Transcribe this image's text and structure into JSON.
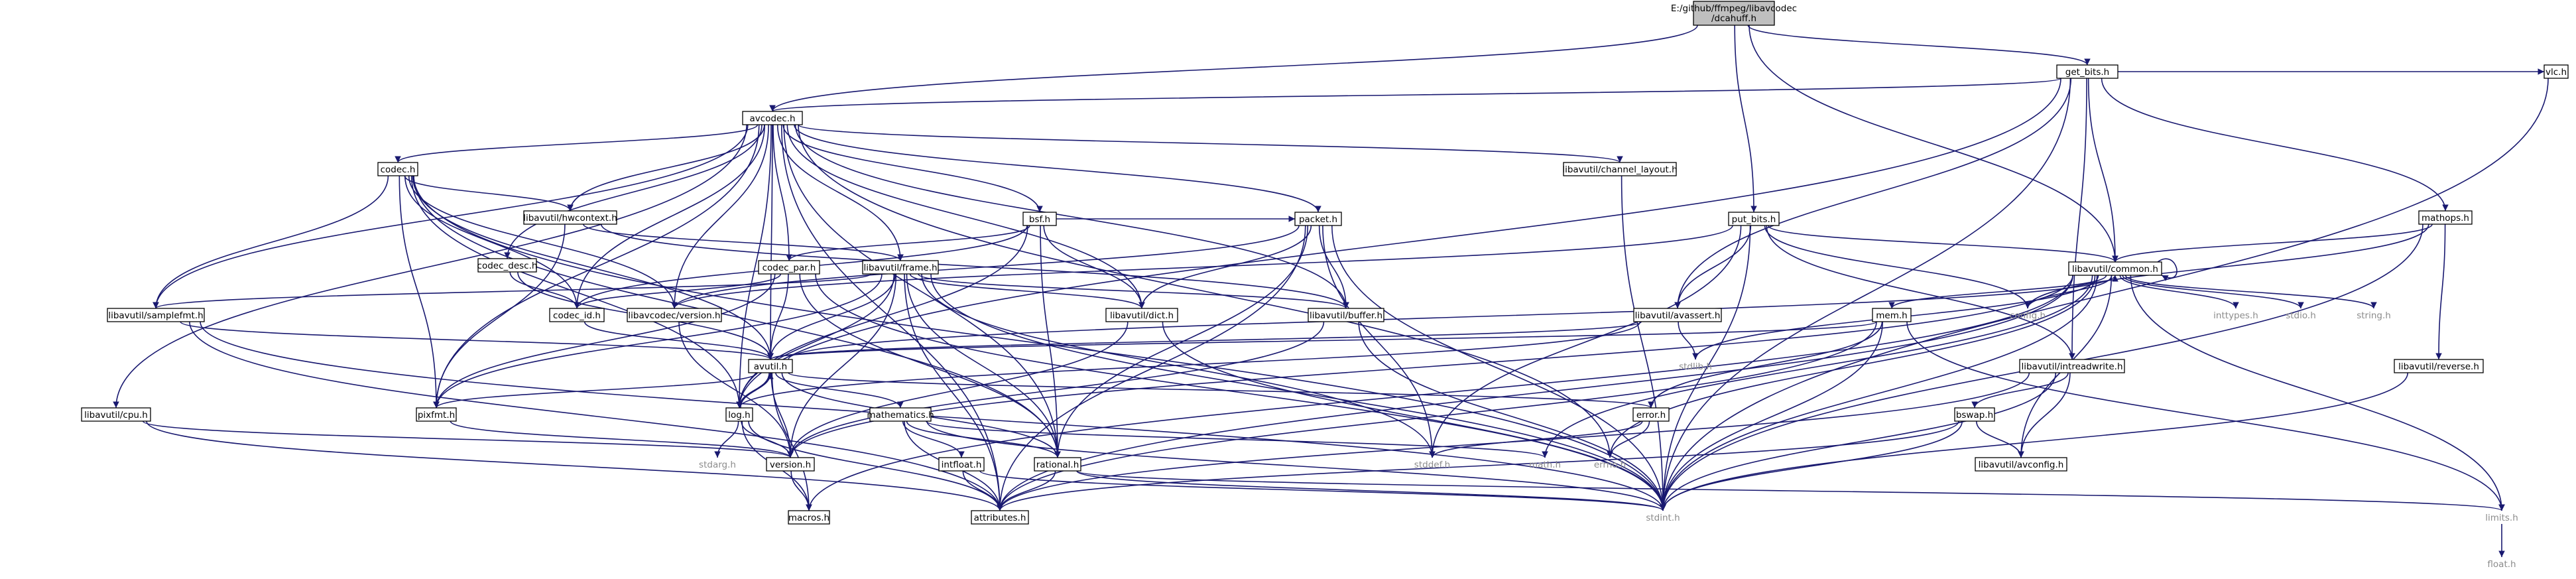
{
  "colors": {
    "edge": "#191970",
    "root_fill": "#bfbfbf",
    "node_fill": "#ffffff",
    "system_text": "#8c8c8c"
  },
  "nodes": [
    {
      "id": "root",
      "lines": [
        "E:/github/ffmpeg/libavcodec",
        "/dcahuff.h"
      ],
      "kind": "root"
    },
    {
      "id": "get_bits",
      "lines": [
        "get_bits.h"
      ],
      "kind": "file"
    },
    {
      "id": "avcodec",
      "lines": [
        "avcodec.h"
      ],
      "kind": "file"
    },
    {
      "id": "vlc",
      "lines": [
        "vlc.h"
      ],
      "kind": "file"
    },
    {
      "id": "mathops",
      "lines": [
        "mathops.h"
      ],
      "kind": "file"
    },
    {
      "id": "codec",
      "lines": [
        "codec.h"
      ],
      "kind": "file"
    },
    {
      "id": "hwcontext",
      "lines": [
        "libavutil/hwcontext.h"
      ],
      "kind": "file"
    },
    {
      "id": "channel_layout",
      "lines": [
        "libavutil/channel_layout.h"
      ],
      "kind": "file"
    },
    {
      "id": "bsf",
      "lines": [
        "bsf.h"
      ],
      "kind": "file"
    },
    {
      "id": "packet",
      "lines": [
        "packet.h"
      ],
      "kind": "file"
    },
    {
      "id": "put_bits",
      "lines": [
        "put_bits.h"
      ],
      "kind": "file"
    },
    {
      "id": "common",
      "lines": [
        "libavutil/common.h"
      ],
      "kind": "file"
    },
    {
      "id": "codec_desc",
      "lines": [
        "codec_desc.h"
      ],
      "kind": "file"
    },
    {
      "id": "codec_par",
      "lines": [
        "codec_par.h"
      ],
      "kind": "file"
    },
    {
      "id": "frame",
      "lines": [
        "libavutil/frame.h"
      ],
      "kind": "file"
    },
    {
      "id": "samplefmt",
      "lines": [
        "libavutil/samplefmt.h"
      ],
      "kind": "file"
    },
    {
      "id": "codec_id",
      "lines": [
        "codec_id.h"
      ],
      "kind": "file"
    },
    {
      "id": "lc_version",
      "lines": [
        "libavcodec/version.h"
      ],
      "kind": "file"
    },
    {
      "id": "dict",
      "lines": [
        "libavutil/dict.h"
      ],
      "kind": "file"
    },
    {
      "id": "buffer",
      "lines": [
        "libavutil/buffer.h"
      ],
      "kind": "file"
    },
    {
      "id": "avassert",
      "lines": [
        "libavutil/avassert.h"
      ],
      "kind": "file"
    },
    {
      "id": "mem",
      "lines": [
        "mem.h"
      ],
      "kind": "file"
    },
    {
      "id": "config",
      "lines": [
        "config.h"
      ],
      "kind": "system"
    },
    {
      "id": "inttypes",
      "lines": [
        "inttypes.h"
      ],
      "kind": "system"
    },
    {
      "id": "stdio",
      "lines": [
        "stdio.h"
      ],
      "kind": "system"
    },
    {
      "id": "string",
      "lines": [
        "string.h"
      ],
      "kind": "system"
    },
    {
      "id": "stdlib",
      "lines": [
        "stdlib.h"
      ],
      "kind": "system"
    },
    {
      "id": "intreadwrite",
      "lines": [
        "libavutil/intreadwrite.h"
      ],
      "kind": "file"
    },
    {
      "id": "reverse",
      "lines": [
        "libavutil/reverse.h"
      ],
      "kind": "file"
    },
    {
      "id": "avutil",
      "lines": [
        "avutil.h"
      ],
      "kind": "file"
    },
    {
      "id": "cpu",
      "lines": [
        "libavutil/cpu.h"
      ],
      "kind": "file"
    },
    {
      "id": "pixfmt",
      "lines": [
        "pixfmt.h"
      ],
      "kind": "file"
    },
    {
      "id": "log",
      "lines": [
        "log.h"
      ],
      "kind": "file"
    },
    {
      "id": "mathematics",
      "lines": [
        "mathematics.h"
      ],
      "kind": "file"
    },
    {
      "id": "error",
      "lines": [
        "error.h"
      ],
      "kind": "file"
    },
    {
      "id": "stdarg",
      "lines": [
        "stdarg.h"
      ],
      "kind": "system"
    },
    {
      "id": "version",
      "lines": [
        "version.h"
      ],
      "kind": "file"
    },
    {
      "id": "intfloat",
      "lines": [
        "intfloat.h"
      ],
      "kind": "file"
    },
    {
      "id": "rational",
      "lines": [
        "rational.h"
      ],
      "kind": "file"
    },
    {
      "id": "stddef",
      "lines": [
        "stddef.h"
      ],
      "kind": "system"
    },
    {
      "id": "math",
      "lines": [
        "math.h"
      ],
      "kind": "system"
    },
    {
      "id": "errno",
      "lines": [
        "errno.h"
      ],
      "kind": "system"
    },
    {
      "id": "bswap",
      "lines": [
        "bswap.h"
      ],
      "kind": "file"
    },
    {
      "id": "avconfig",
      "lines": [
        "libavutil/avconfig.h"
      ],
      "kind": "file"
    },
    {
      "id": "macros",
      "lines": [
        "macros.h"
      ],
      "kind": "file"
    },
    {
      "id": "attributes",
      "lines": [
        "attributes.h"
      ],
      "kind": "file"
    },
    {
      "id": "stdint",
      "lines": [
        "stdint.h"
      ],
      "kind": "system"
    },
    {
      "id": "limits",
      "lines": [
        "limits.h"
      ],
      "kind": "system"
    },
    {
      "id": "float",
      "lines": [
        "float.h"
      ],
      "kind": "system"
    }
  ],
  "edges": [
    [
      "root",
      "get_bits"
    ],
    [
      "root",
      "avcodec"
    ],
    [
      "root",
      "put_bits"
    ],
    [
      "root",
      "common"
    ],
    [
      "get_bits",
      "avcodec"
    ],
    [
      "get_bits",
      "vlc"
    ],
    [
      "get_bits",
      "mathops"
    ],
    [
      "get_bits",
      "common"
    ],
    [
      "get_bits",
      "avassert"
    ],
    [
      "get_bits",
      "intreadwrite"
    ],
    [
      "get_bits",
      "log"
    ],
    [
      "get_bits",
      "stdint"
    ],
    [
      "vlc",
      "stdint"
    ],
    [
      "mathops",
      "common"
    ],
    [
      "mathops",
      "config"
    ],
    [
      "mathops",
      "reverse"
    ],
    [
      "mathops",
      "stdint"
    ],
    [
      "reverse",
      "stdint"
    ],
    [
      "avcodec",
      "codec"
    ],
    [
      "avcodec",
      "hwcontext"
    ],
    [
      "avcodec",
      "channel_layout"
    ],
    [
      "avcodec",
      "bsf"
    ],
    [
      "avcodec",
      "packet"
    ],
    [
      "avcodec",
      "codec_desc"
    ],
    [
      "avcodec",
      "codec_par"
    ],
    [
      "avcodec",
      "frame"
    ],
    [
      "avcodec",
      "samplefmt"
    ],
    [
      "avcodec",
      "codec_id"
    ],
    [
      "avcodec",
      "lc_version"
    ],
    [
      "avcodec",
      "dict"
    ],
    [
      "avcodec",
      "buffer"
    ],
    [
      "avcodec",
      "avutil"
    ],
    [
      "avcodec",
      "cpu"
    ],
    [
      "avcodec",
      "pixfmt"
    ],
    [
      "avcodec",
      "rational"
    ],
    [
      "avcodec",
      "log"
    ],
    [
      "avcodec",
      "errno"
    ],
    [
      "avcodec",
      "attributes"
    ],
    [
      "channel_layout",
      "stdint"
    ],
    [
      "codec",
      "hwcontext"
    ],
    [
      "codec",
      "samplefmt"
    ],
    [
      "codec",
      "codec_id"
    ],
    [
      "codec",
      "lc_version"
    ],
    [
      "codec",
      "avutil"
    ],
    [
      "codec",
      "log"
    ],
    [
      "codec",
      "pixfmt"
    ],
    [
      "codec",
      "rational"
    ],
    [
      "codec",
      "stdint"
    ],
    [
      "hwcontext",
      "frame"
    ],
    [
      "hwcontext",
      "buffer"
    ],
    [
      "hwcontext",
      "pixfmt"
    ],
    [
      "bsf",
      "codec_id"
    ],
    [
      "bsf",
      "codec_par"
    ],
    [
      "bsf",
      "packet"
    ],
    [
      "bsf",
      "dict"
    ],
    [
      "bsf",
      "log"
    ],
    [
      "bsf",
      "rational"
    ],
    [
      "packet",
      "lc_version"
    ],
    [
      "packet",
      "buffer"
    ],
    [
      "packet",
      "dict"
    ],
    [
      "packet",
      "rational"
    ],
    [
      "packet",
      "attributes"
    ],
    [
      "packet",
      "stddef"
    ],
    [
      "packet",
      "stdint"
    ],
    [
      "codec_desc",
      "codec_id"
    ],
    [
      "codec_desc",
      "avutil"
    ],
    [
      "codec_par",
      "codec_id"
    ],
    [
      "codec_par",
      "avutil"
    ],
    [
      "codec_par",
      "pixfmt"
    ],
    [
      "codec_par",
      "rational"
    ],
    [
      "codec_par",
      "stdint"
    ],
    [
      "frame",
      "samplefmt"
    ],
    [
      "frame",
      "dict"
    ],
    [
      "frame",
      "buffer"
    ],
    [
      "frame",
      "avutil"
    ],
    [
      "frame",
      "pixfmt"
    ],
    [
      "frame",
      "log"
    ],
    [
      "frame",
      "rational"
    ],
    [
      "frame",
      "version"
    ],
    [
      "frame",
      "attributes"
    ],
    [
      "frame",
      "stddef"
    ],
    [
      "frame",
      "stdint"
    ],
    [
      "samplefmt",
      "avutil"
    ],
    [
      "samplefmt",
      "attributes"
    ],
    [
      "samplefmt",
      "stdint"
    ],
    [
      "codec_id",
      "avutil"
    ],
    [
      "lc_version",
      "version"
    ],
    [
      "dict",
      "version"
    ],
    [
      "dict",
      "stdint"
    ],
    [
      "buffer",
      "version"
    ],
    [
      "buffer",
      "stdint"
    ],
    [
      "put_bits",
      "config"
    ],
    [
      "put_bits",
      "common"
    ],
    [
      "put_bits",
      "avassert"
    ],
    [
      "put_bits",
      "intreadwrite"
    ],
    [
      "put_bits",
      "lc_version"
    ],
    [
      "put_bits",
      "stddef"
    ],
    [
      "put_bits",
      "stdint"
    ],
    [
      "common",
      "common"
    ],
    [
      "common",
      "config"
    ],
    [
      "common",
      "inttypes"
    ],
    [
      "common",
      "stdio"
    ],
    [
      "common",
      "string"
    ],
    [
      "common",
      "stdlib"
    ],
    [
      "common",
      "mem"
    ],
    [
      "common",
      "errno"
    ],
    [
      "common",
      "math"
    ],
    [
      "common",
      "limits"
    ],
    [
      "common",
      "stdint"
    ],
    [
      "common",
      "attributes"
    ],
    [
      "common",
      "macros"
    ],
    [
      "common",
      "version"
    ],
    [
      "common",
      "avconfig"
    ],
    [
      "avassert",
      "avutil"
    ],
    [
      "avassert",
      "log"
    ],
    [
      "avassert",
      "stdlib"
    ],
    [
      "mem",
      "error"
    ],
    [
      "mem",
      "avutil"
    ],
    [
      "mem",
      "attributes"
    ],
    [
      "mem",
      "limits"
    ],
    [
      "mem",
      "stdint"
    ],
    [
      "intreadwrite",
      "bswap"
    ],
    [
      "intreadwrite",
      "avconfig"
    ],
    [
      "intreadwrite",
      "attributes"
    ],
    [
      "intreadwrite",
      "stdint"
    ],
    [
      "bswap",
      "avconfig"
    ],
    [
      "bswap",
      "attributes"
    ],
    [
      "bswap",
      "stdint"
    ],
    [
      "avutil",
      "common"
    ],
    [
      "avutil",
      "error"
    ],
    [
      "avutil",
      "version"
    ],
    [
      "avutil",
      "macros"
    ],
    [
      "avutil",
      "mathematics"
    ],
    [
      "avutil",
      "rational"
    ],
    [
      "avutil",
      "log"
    ],
    [
      "avutil",
      "pixfmt"
    ],
    [
      "cpu",
      "attributes"
    ],
    [
      "cpu",
      "version"
    ],
    [
      "pixfmt",
      "version"
    ],
    [
      "log",
      "avutil"
    ],
    [
      "log",
      "attributes"
    ],
    [
      "log",
      "version"
    ],
    [
      "log",
      "macros"
    ],
    [
      "log",
      "stdarg"
    ],
    [
      "mathematics",
      "intfloat"
    ],
    [
      "mathematics",
      "rational"
    ],
    [
      "mathematics",
      "attributes"
    ],
    [
      "mathematics",
      "math"
    ],
    [
      "mathematics",
      "stdint"
    ],
    [
      "error",
      "stddef"
    ],
    [
      "error",
      "errno"
    ],
    [
      "version",
      "macros"
    ],
    [
      "intfloat",
      "attributes"
    ],
    [
      "intfloat",
      "stdint"
    ],
    [
      "rational",
      "attributes"
    ],
    [
      "rational",
      "stdint"
    ],
    [
      "rational",
      "limits"
    ],
    [
      "limits",
      "float"
    ]
  ]
}
